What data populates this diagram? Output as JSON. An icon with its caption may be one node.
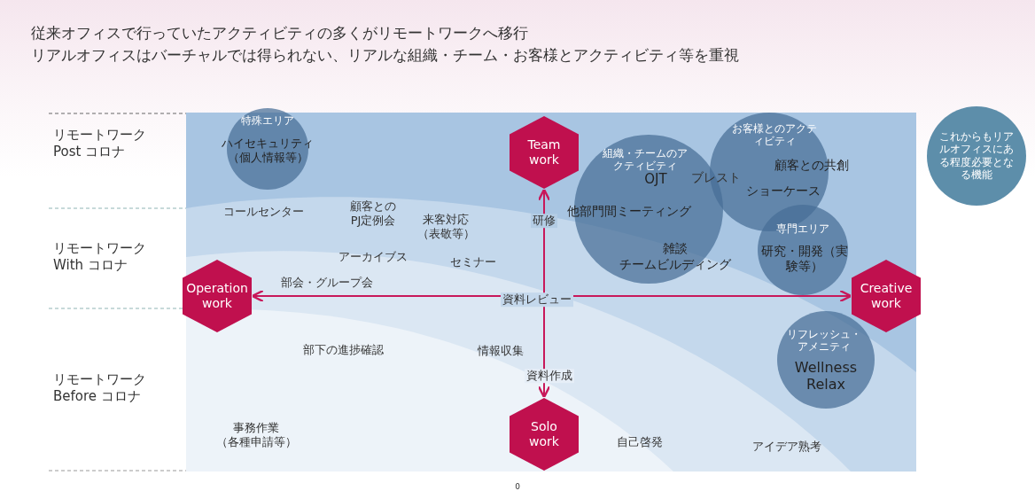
{
  "diagram": {
    "title": "従来オフィスで行っていたアクティビティの多くがリモートワークへ移行",
    "nodes": [
      {
        "text": [
          "特殊エリア",
          "ハイセキュリティ（個人情報等）"
        ]
      },
      {
        "text": [
          "Team work"
        ]
      },
      {
        "text": [
          "組織・チームのアクティビティ",
          "OJT",
          "他部門間ミーティング",
          "雑談",
          "チームビルディング"
        ]
      },
      {
        "text": [
          "お客様とのアクティビティ",
          "顧客との共創",
          "ショーケース"
        ]
      },
      {
        "text": [
          "専門エリア",
          "研究・開発（実験等）"
        ]
      },
      {
        "text": [
          "Operation work"
        ]
      },
      {
        "text": [
          "Creative work"
        ]
      },
      {
        "text": [
          "リフレッシュ・アメニティ",
          "Wellness Relax"
        ]
      },
      {
        "text": [
          "Solo work"
        ]
      },
      {
        "text": [
          "これからもリアルオフィスにある程度必要となる機能"
        ]
      }
    ],
    "edges": [
      {
        "from": 5,
        "to": 6,
        "arrow": "both"
      },
      {
        "from": 1,
        "to": 8,
        "arrow": "both"
      }
    ],
    "labels": [
      "リアルオフィスはバーチャルでは得られない、リアルな組織・チーム・お客様とアクティビティ等を重視",
      "リモートワーク Post コロナ",
      "リモートワーク With コロナ",
      "リモートワーク Before コロナ",
      "コールセンター",
      "顧客とのPJ定例会",
      "来客対応（表敬等）",
      "研修",
      "ブレスト",
      "アーカイブス",
      "セミナー",
      "部会・グループ会",
      "資料レビュー",
      "部下の進捗確認",
      "情報収集",
      "資料作成",
      "事務作業（各種申請等）",
      "自己啓発",
      "アイデア熟考",
      "0"
    ]
  }
}
